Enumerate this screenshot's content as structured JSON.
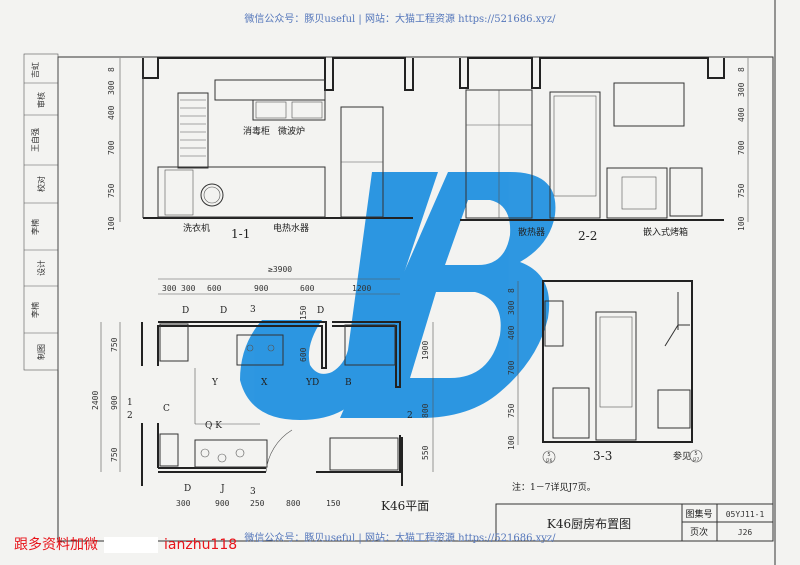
{
  "watermark": {
    "text": "微信公众号：豚贝useful | 网站：大猫工程资源 https://521686.xyz/",
    "color": "#5577bb"
  },
  "logo": {
    "text": "JB",
    "color": "#1e8fe0"
  },
  "signature_strip": [
    "吉虹",
    "审核",
    "王自强",
    "校对",
    "李楠",
    "设计",
    "李楠",
    "制图"
  ],
  "elevation_1_1": {
    "title": "1-1",
    "dims": [
      "8",
      "300",
      "400",
      "700",
      "750",
      "100"
    ],
    "labels": [
      "消毒柜",
      "微波炉",
      "洗衣机",
      "电热水器"
    ]
  },
  "elevation_2_2": {
    "title": "2-2",
    "dims": [
      "8",
      "300",
      "400",
      "700",
      "750",
      "100"
    ],
    "labels": [
      "散热器",
      "嵌入式烤箱"
    ]
  },
  "plan": {
    "title": "K46平面",
    "overall": "≥3900",
    "top_dims": [
      "300",
      "300",
      "600",
      "900",
      "600",
      "1200"
    ],
    "bottom_dims": [
      "300",
      "900",
      "250",
      "800",
      "150"
    ],
    "left_dims": [
      "750",
      "900",
      "750"
    ],
    "left_total": "2400",
    "right_dims": [
      "1900",
      "800",
      "550"
    ],
    "inner_dims": [
      "150",
      "600"
    ],
    "codes": [
      "D",
      "D",
      "D",
      "Y",
      "X",
      "YD",
      "B",
      "C",
      "Q K",
      "D",
      "J"
    ],
    "section_marks": [
      "3",
      "3",
      "1",
      "2",
      "2"
    ]
  },
  "elevation_3_3": {
    "title": "3-3",
    "dims": [
      "8",
      "300",
      "400",
      "700",
      "750",
      "100"
    ],
    "ref_label": "参见",
    "ref_left": {
      "num": "5",
      "page": "J26"
    },
    "ref_right": {
      "num": "5",
      "page": "J27"
    }
  },
  "note": "注：1－7详见J7页。",
  "title_block": {
    "title": "K46厨房布置图",
    "atlas_label": "图集号",
    "atlas_value": "05YJ11-1",
    "page_label": "页次",
    "page_value": "J26"
  },
  "promo": {
    "prefix": "跟多资料加微",
    "suffix": "ianzhu118"
  }
}
